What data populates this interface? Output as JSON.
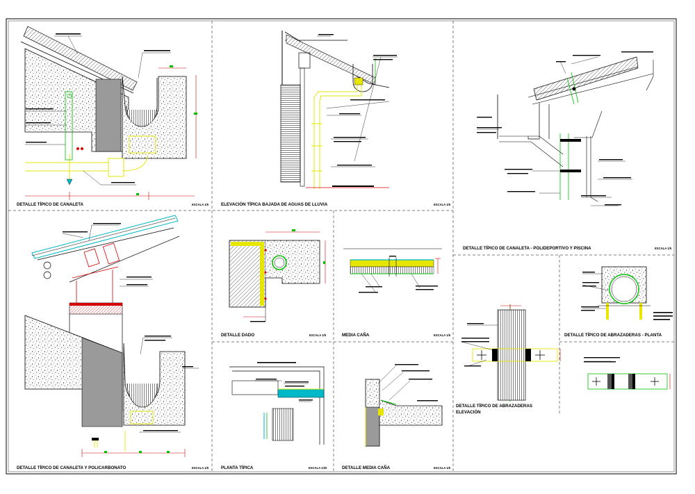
{
  "sheet": {
    "panels": [
      {
        "id": "gutter",
        "title": "DETALLE TÍPICO DE CANALETA",
        "scale": "ESCALA 1/5"
      },
      {
        "id": "downpipe",
        "title": "ELEVACIÓN TÍPICA BAJADA DE AGUAS DE LLUVIA",
        "scale": "ESCALA 1/5"
      },
      {
        "id": "gutter-sports",
        "title": "DETALLE TÍPICO DE CANALETA - POLIDEPORTIVO Y PISCINA",
        "scale": "ESCALA 1/5"
      },
      {
        "id": "gutter-polycarb",
        "title": "DETALLE TÍPICO DE CANALETA Y POLICARBONATO",
        "scale": "ESCALA 1/5"
      },
      {
        "id": "dado",
        "title": "DETALLE DADO",
        "scale": "ESCALA 1/5"
      },
      {
        "id": "media-cana",
        "title": "MEDIA CAÑA",
        "scale": "ESCALA 1/5"
      },
      {
        "id": "planta",
        "title": "PLANTA TÍPICA",
        "scale": "ESCALA 1/20"
      },
      {
        "id": "detalle-media-cana",
        "title": "DETALLE MEDIA CAÑA",
        "scale": "ESCALA 1/5"
      },
      {
        "id": "abrazaderas-elev",
        "title": "DETALLE TÍPICO DE ABRAZADERAS",
        "title2": "ELEVACIÓN",
        "scale": ""
      },
      {
        "id": "abrazaderas-planta",
        "title": "DETALLE TÍPICO DE ABRAZADERAS - PLANTA",
        "scale": ""
      }
    ],
    "colors": {
      "yellow": "#e6e600",
      "green": "#00c000",
      "red": "#d40000",
      "cyan": "#00b8c8",
      "concrete": "#9a9a9a",
      "dark": "#000000"
    }
  }
}
